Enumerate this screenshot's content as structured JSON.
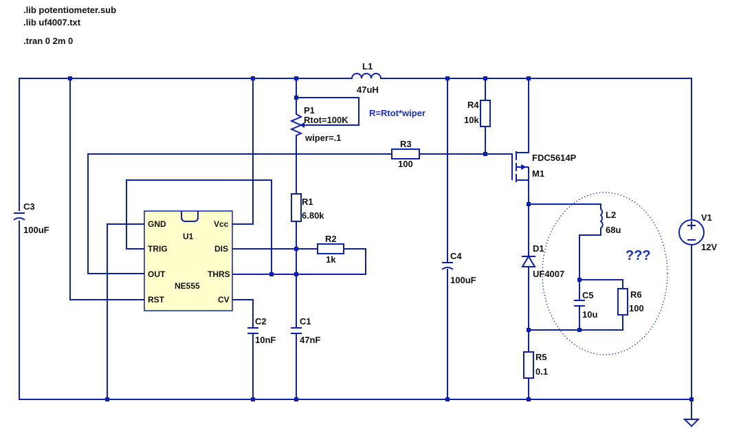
{
  "directives": [
    ".lib potentiometer.sub",
    ".lib uf4007.txt",
    ".tran 0 2m 0"
  ],
  "components": {
    "L1": {
      "name": "L1",
      "value": "47uH"
    },
    "P1": {
      "name": "P1",
      "rtot": "Rtot=100K",
      "wiper": "wiper=.1"
    },
    "R4": {
      "name": "R4",
      "value": "10k"
    },
    "R3": {
      "name": "R3",
      "value": "100"
    },
    "M1": {
      "model": "FDC5614P",
      "name": "M1"
    },
    "R1": {
      "name": "R1",
      "value": "6.80k"
    },
    "R2": {
      "name": "R2",
      "value": "1k"
    },
    "C3": {
      "name": "C3",
      "value": "100uF"
    },
    "C4": {
      "name": "C4",
      "value": "100uF"
    },
    "C2": {
      "name": "C2",
      "value": "10nF"
    },
    "C1": {
      "name": "C1",
      "value": "47nF"
    },
    "L2": {
      "name": "L2",
      "value": "68u"
    },
    "D1": {
      "name": "D1",
      "value": "UF4007"
    },
    "C5": {
      "name": "C5",
      "value": "10u"
    },
    "R6": {
      "name": "R6",
      "value": "100"
    },
    "R5": {
      "name": "R5",
      "value": "0.1"
    },
    "V1": {
      "name": "V1",
      "value": "12V"
    }
  },
  "ic": {
    "name": "U1",
    "model": "NE555",
    "pins": {
      "gnd": "GND",
      "trig": "TRIG",
      "out": "OUT",
      "rst": "RST",
      "vcc": "Vcc",
      "dis": "DIS",
      "thrs": "THRS",
      "cv": "CV"
    }
  },
  "annotations": {
    "formula": "R=Rtot*wiper",
    "question": "???"
  },
  "colors": {
    "wire": "#0b1fb5",
    "ic_fill": "#ffffcc",
    "annotation": "#1a2fbf"
  }
}
